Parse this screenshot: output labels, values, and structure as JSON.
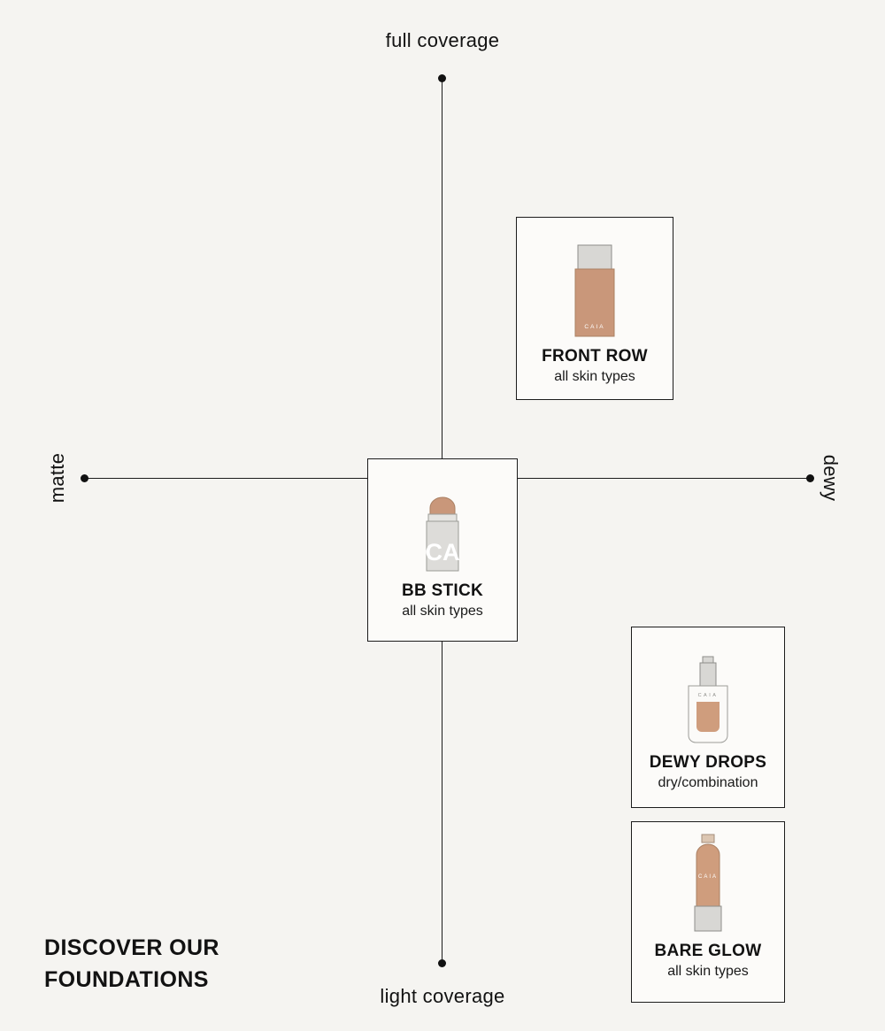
{
  "colors": {
    "background": "#f5f4f1",
    "axis": "#1c1c1c",
    "card_background": "#fcfbf9",
    "product_tan": "#c9977a",
    "cap_gray": "#d8d7d4"
  },
  "axes": {
    "top_label": "full coverage",
    "bottom_label": "light coverage",
    "left_label": "matte",
    "right_label": "dewy"
  },
  "products": [
    {
      "name": "FRONT ROW",
      "subtitle": "all skin types",
      "brand": "CAIA",
      "icon": "foundation-bottle",
      "position": "upper-right: full coverage / dewy"
    },
    {
      "name": "BB STICK",
      "subtitle": "all skin types",
      "brand": "CA",
      "icon": "bb-stick",
      "position": "center of both axes"
    },
    {
      "name": "DEWY DROPS",
      "subtitle": "dry/combination",
      "brand": "CAIA",
      "icon": "dropper-bottle",
      "position": "lower-right: light coverage / dewy"
    },
    {
      "name": "BARE GLOW",
      "subtitle": "all skin types",
      "brand": "CAIA",
      "icon": "squeeze-tube",
      "position": "lower-right: lightest coverage / dewy"
    }
  ],
  "heading": {
    "line1": "DISCOVER OUR",
    "line2": "FOUNDATIONS"
  }
}
